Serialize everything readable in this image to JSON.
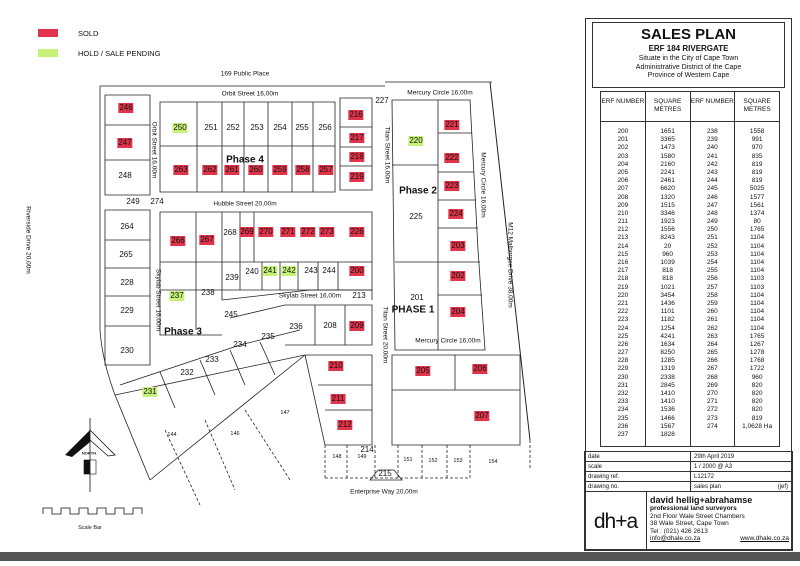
{
  "legend": [
    {
      "label": "SOLD",
      "color": "#e0344a"
    },
    {
      "label": "HOLD / SALE PENDING",
      "color": "#c6f27a"
    }
  ],
  "title": {
    "main": "SALES PLAN",
    "sub": "ERF 184 RIVERGATE",
    "lines": [
      "Situate in the City of Cape Town",
      "Administrative District of the Cape",
      "Province of Western Cape"
    ]
  },
  "table": {
    "headers": [
      "ERF NUMBER",
      "SQUARE METRES",
      "ERF NUMBER",
      "SQUARE METRES"
    ],
    "left_erf": [
      "200",
      "201",
      "202",
      "203",
      "204",
      "205",
      "206",
      "207",
      "208",
      "209",
      "210",
      "211",
      "212",
      "213",
      "214",
      "215",
      "216",
      "217",
      "218",
      "219",
      "220",
      "221",
      "222",
      "223",
      "224",
      "225",
      "226",
      "227",
      "228",
      "229",
      "230",
      "231",
      "232",
      "233",
      "234",
      "235",
      "236",
      "237"
    ],
    "left_sqm": [
      "1651",
      "3365",
      "1473",
      "1580",
      "2160",
      "2241",
      "2461",
      "6620",
      "1320",
      "1515",
      "3346",
      "1923",
      "1556",
      "8243",
      "20",
      "960",
      "1039",
      "818",
      "818",
      "1021",
      "3454",
      "1436",
      "1101",
      "1182",
      "1254",
      "4241",
      "1634",
      "8250",
      "1285",
      "1319",
      "2338",
      "2845",
      "1410",
      "1410",
      "1536",
      "1466",
      "1567",
      "1828"
    ],
    "right_erf": [
      "238",
      "239",
      "240",
      "241",
      "242",
      "243",
      "244",
      "245",
      "246",
      "247",
      "248",
      "249",
      "250",
      "251",
      "252",
      "253",
      "254",
      "255",
      "256",
      "257",
      "258",
      "259",
      "260",
      "261",
      "262",
      "263",
      "264",
      "265",
      "266",
      "267",
      "268",
      "269",
      "270",
      "271",
      "272",
      "273",
      "274"
    ],
    "right_sqm": [
      "1558",
      "991",
      "970",
      "835",
      "819",
      "819",
      "819",
      "5025",
      "1577",
      "1561",
      "1374",
      "80",
      "1765",
      "1104",
      "1104",
      "1104",
      "1104",
      "1104",
      "1103",
      "1103",
      "1104",
      "1104",
      "1104",
      "1104",
      "1104",
      "1765",
      "1267",
      "1278",
      "1768",
      "1722",
      "960",
      "820",
      "820",
      "820",
      "820",
      "819",
      "1,0628 Ha"
    ]
  },
  "info": {
    "rows": [
      {
        "k": "date",
        "v": "29th April 2019"
      },
      {
        "k": "scale",
        "v": "1 / 2000 @ A3"
      },
      {
        "k": "drawing ref.",
        "v": "L12172"
      },
      {
        "k": "drawing no.",
        "v": "sales plan",
        "x": "(jef)"
      }
    ],
    "logo": "dh+a",
    "firm": "david hellig+abrahamse",
    "profession": "professional land surveyors",
    "address": [
      "2nd Floor Wale Street Chambers",
      "38 Wale Street, Cape Town",
      "Tel : (021) 426 2613"
    ],
    "email": "info@dhale.co.za",
    "web": "www.dhale.co.za"
  },
  "streets": [
    "169 Public Place",
    "Orbit Street 16,00m",
    "Orbit Street 16,00m",
    "Mercury Circle 16,00m",
    "Titan Street 16,00m",
    "Mercury Circle 16,00m",
    "M12 Malborgee Drive 38,00m",
    "Hubble Street 20,00m",
    "Riverside Drive 20,00m",
    "Skylab Street 16,00m",
    "Skylab Street 16,00m",
    "Titan Street 20,00m",
    "Mercury Circle 16,00m",
    "Enterprise Way 20,00m"
  ],
  "phases": [
    "Phase 4",
    "Phase 2",
    "PHASE 1",
    "Phase 3"
  ],
  "north_label": "NORTH",
  "scale_bar_label": "Scale Bar",
  "lots": [
    {
      "id": "246",
      "status": "sold"
    },
    {
      "id": "247",
      "status": "sold"
    },
    {
      "id": "248",
      "status": ""
    },
    {
      "id": "249",
      "status": ""
    },
    {
      "id": "274",
      "status": ""
    },
    {
      "id": "250",
      "status": "hold"
    },
    {
      "id": "251",
      "status": ""
    },
    {
      "id": "252",
      "status": ""
    },
    {
      "id": "253",
      "status": ""
    },
    {
      "id": "254",
      "status": ""
    },
    {
      "id": "255",
      "status": ""
    },
    {
      "id": "256",
      "status": ""
    },
    {
      "id": "263",
      "status": "sold"
    },
    {
      "id": "262",
      "status": "sold"
    },
    {
      "id": "261",
      "status": "sold"
    },
    {
      "id": "260",
      "status": "sold"
    },
    {
      "id": "259",
      "status": "sold"
    },
    {
      "id": "258",
      "status": "sold"
    },
    {
      "id": "257",
      "status": "sold"
    },
    {
      "id": "216",
      "status": "sold"
    },
    {
      "id": "217",
      "status": "sold"
    },
    {
      "id": "218",
      "status": "sold"
    },
    {
      "id": "219",
      "status": "sold"
    },
    {
      "id": "227",
      "status": ""
    },
    {
      "id": "220",
      "status": "hold"
    },
    {
      "id": "221",
      "status": "sold"
    },
    {
      "id": "222",
      "status": "sold"
    },
    {
      "id": "223",
      "status": "sold"
    },
    {
      "id": "224",
      "status": "sold"
    },
    {
      "id": "203",
      "status": "sold"
    },
    {
      "id": "202",
      "status": "sold"
    },
    {
      "id": "204",
      "status": "sold"
    },
    {
      "id": "225",
      "status": ""
    },
    {
      "id": "201",
      "status": ""
    },
    {
      "id": "264",
      "status": ""
    },
    {
      "id": "265",
      "status": ""
    },
    {
      "id": "228",
      "status": ""
    },
    {
      "id": "229",
      "status": ""
    },
    {
      "id": "230",
      "status": ""
    },
    {
      "id": "266",
      "status": "sold"
    },
    {
      "id": "267",
      "status": "sold"
    },
    {
      "id": "268",
      "status": ""
    },
    {
      "id": "269",
      "status": "sold"
    },
    {
      "id": "270",
      "status": "sold"
    },
    {
      "id": "271",
      "status": "sold"
    },
    {
      "id": "272",
      "status": "sold"
    },
    {
      "id": "273",
      "status": "sold"
    },
    {
      "id": "226",
      "status": "sold"
    },
    {
      "id": "237",
      "status": "hold"
    },
    {
      "id": "238",
      "status": ""
    },
    {
      "id": "239",
      "status": ""
    },
    {
      "id": "240",
      "status": ""
    },
    {
      "id": "241",
      "status": "hold"
    },
    {
      "id": "242",
      "status": "hold"
    },
    {
      "id": "243",
      "status": ""
    },
    {
      "id": "244",
      "status": ""
    },
    {
      "id": "200",
      "status": "sold"
    },
    {
      "id": "213",
      "status": ""
    },
    {
      "id": "245",
      "status": ""
    },
    {
      "id": "236",
      "status": ""
    },
    {
      "id": "208",
      "status": ""
    },
    {
      "id": "209",
      "status": "sold"
    },
    {
      "id": "235",
      "status": ""
    },
    {
      "id": "234",
      "status": ""
    },
    {
      "id": "233",
      "status": ""
    },
    {
      "id": "232",
      "status": ""
    },
    {
      "id": "231",
      "status": "hold"
    },
    {
      "id": "210",
      "status": "sold"
    },
    {
      "id": "211",
      "status": "sold"
    },
    {
      "id": "212",
      "status": "sold"
    },
    {
      "id": "205",
      "status": "sold"
    },
    {
      "id": "206",
      "status": "sold"
    },
    {
      "id": "207",
      "status": "sold"
    },
    {
      "id": "144",
      "status": ""
    },
    {
      "id": "146",
      "status": ""
    },
    {
      "id": "147",
      "status": ""
    },
    {
      "id": "148",
      "status": ""
    },
    {
      "id": "149",
      "status": ""
    },
    {
      "id": "214",
      "status": ""
    },
    {
      "id": "215",
      "status": ""
    },
    {
      "id": "151",
      "status": ""
    },
    {
      "id": "152",
      "status": ""
    },
    {
      "id": "153",
      "status": ""
    },
    {
      "id": "154",
      "status": ""
    }
  ]
}
